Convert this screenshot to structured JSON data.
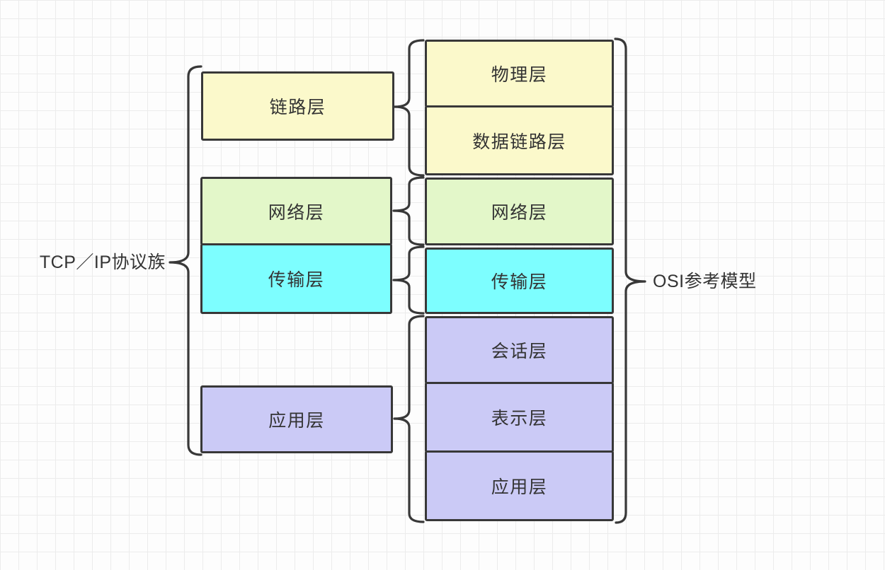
{
  "diagram": {
    "title_hint": "TCP/IP vs OSI layer mapping diagram",
    "tcpip": {
      "label": "TCP／IP协议族",
      "layers": [
        {
          "name": "链路层",
          "color": "#FBF9CB"
        },
        {
          "name": "网络层",
          "color": "#E3F7C9"
        },
        {
          "name": "传输层",
          "color": "#7DFEFF"
        },
        {
          "name": "应用层",
          "color": "#CBCAF6"
        }
      ]
    },
    "osi": {
      "label": "OSI参考模型",
      "layers": [
        {
          "name": "物理层",
          "color": "#FBF9CB"
        },
        {
          "name": "数据链路层",
          "color": "#FBF9CB"
        },
        {
          "name": "网络层",
          "color": "#E3F7C9"
        },
        {
          "name": "传输层",
          "color": "#7DFEFF"
        },
        {
          "name": "会话层",
          "color": "#CBCAF6"
        },
        {
          "name": "表示层",
          "color": "#CBCAF6"
        },
        {
          "name": "应用层",
          "color": "#CBCAF6"
        }
      ]
    },
    "palette": {
      "stroke": "#383838",
      "text": "#333333",
      "grid_line": "#ECECEC",
      "background": "#FDFDFD"
    }
  }
}
